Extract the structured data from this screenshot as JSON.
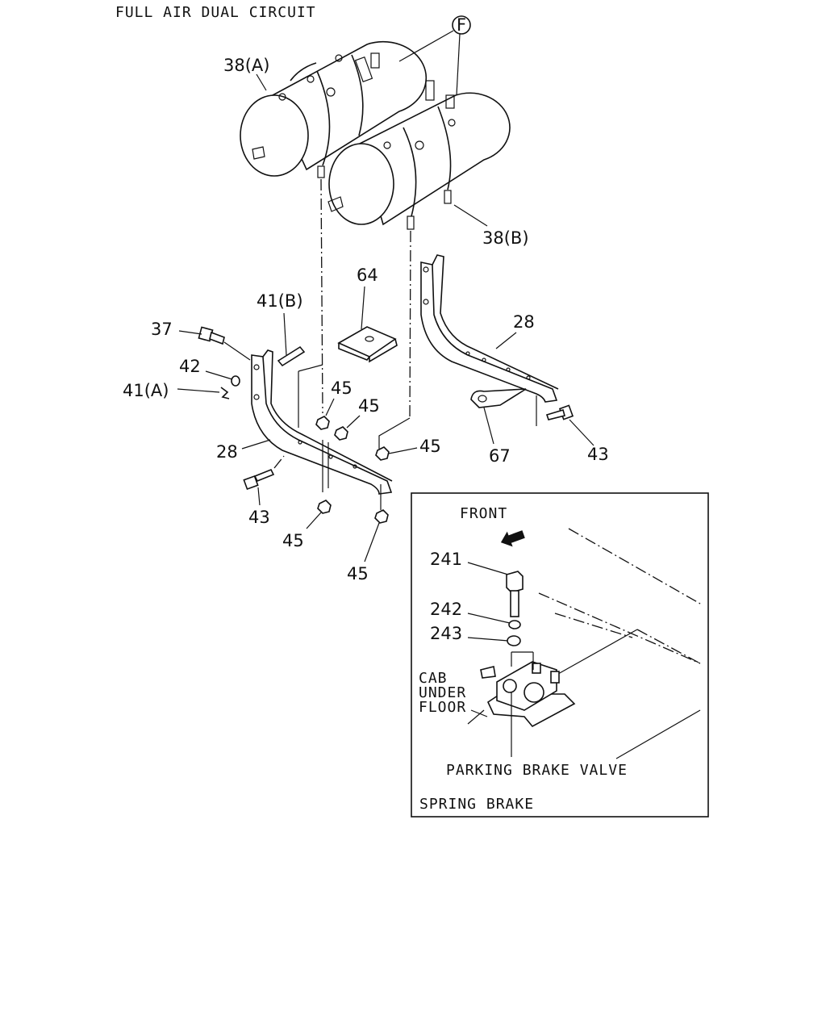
{
  "title": "FULL AIR DUAL CIRCUIT",
  "callouts": {
    "f": "F",
    "c38a": "38(A)",
    "c38b": "38(B)",
    "c64": "64",
    "c41b": "41(B)",
    "c37": "37",
    "c42": "42",
    "c41a": "41(A)",
    "c28_left": "28",
    "c28_right": "28",
    "c43_left": "43",
    "c43_right": "43",
    "c45_a": "45",
    "c45_b": "45",
    "c45_c": "45",
    "c45_d": "45",
    "c45_e": "45",
    "c67": "67"
  },
  "inset": {
    "front": "FRONT",
    "c241": "241",
    "c242": "242",
    "c243": "243",
    "cab_line1": "CAB",
    "cab_line2": "UNDER",
    "cab_line3": "FLOOR",
    "valve": "PARKING BRAKE VALVE",
    "caption": "SPRING BRAKE"
  }
}
